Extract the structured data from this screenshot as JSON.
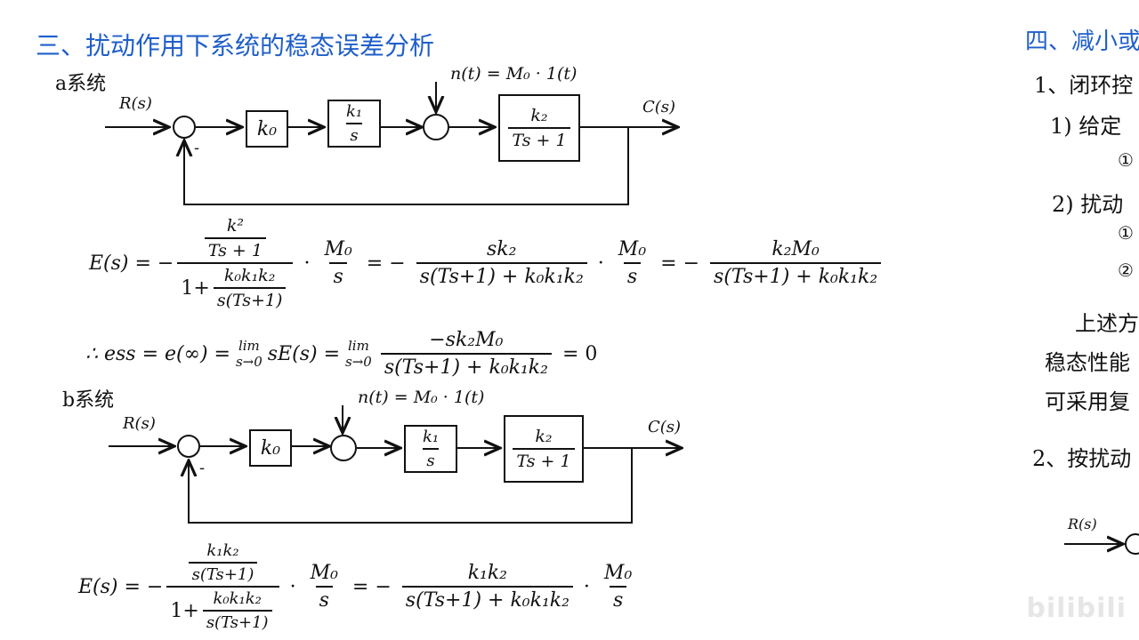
{
  "section_title": "三、扰动作用下系统的稳态误差分析",
  "system_a": {
    "label": "a系统",
    "input": "R(s)",
    "output": "C(s)",
    "disturbance": "n(t) = M₀ · 1(t)",
    "minus": "-",
    "block_k0": "k₀",
    "block2_num": "k₁",
    "block2_den": "s",
    "block3_num": "k₂",
    "block3_den": "Ts + 1",
    "eq_lhs": "E(s) = −",
    "eq_big_num_num": "k²",
    "eq_big_num_den": "Ts + 1",
    "eq_big_den_prefix": "1+",
    "eq_big_den_num": "k₀k₁k₂",
    "eq_big_den_den": "s(Ts+1)",
    "dot": "·",
    "m0_num": "M₀",
    "m0_den": "s",
    "eq2_prefix": "= −",
    "eq2_num": "sk₂",
    "eq2_den": "s(Ts+1) + k₀k₁k₂",
    "eq3_prefix": "= −",
    "eq3_num": "k₂M₀",
    "eq3_den": "s(Ts+1) + k₀k₁k₂",
    "ess_lhs": "∴ ess = e(∞) =",
    "lim": "lim",
    "lim_sub": "s→0",
    "ess_mid": "sE(s) =",
    "ess_num": "−sk₂M₀",
    "ess_den": "s(Ts+1) + k₀k₁k₂",
    "ess_rhs": "= 0"
  },
  "system_b": {
    "label": "b系统",
    "input": "R(s)",
    "output": "C(s)",
    "disturbance": "n(t) = M₀ · 1(t)",
    "minus": "-",
    "block_k0": "k₀",
    "block2_num": "k₁",
    "block2_den": "s",
    "block3_num": "k₂",
    "block3_den": "Ts + 1",
    "eq_lhs": "E(s) = −",
    "eq_big_num_num": "k₁k₂",
    "eq_big_num_den": "s(Ts+1)",
    "eq_big_den_prefix": "1+",
    "eq_big_den_num": "k₀k₁k₂",
    "eq_big_den_den": "s(Ts+1)",
    "dot": "·",
    "m0_num": "M₀",
    "m0_den": "s",
    "eq2_prefix": "= −",
    "eq2_num": "k₁k₂",
    "eq2_den": "s(Ts+1) + k₀k₁k₂",
    "dot2": "·",
    "m0b_num": "M₀",
    "m0b_den": "s"
  },
  "sidebar": {
    "heading": "四、减小或",
    "item1": "1、闭环控",
    "item1_1": "1) 给定",
    "c1": "①",
    "item1_2": "2) 扰动",
    "c2": "①",
    "c3": "②",
    "para1": "上述方",
    "para2": "稳态性能",
    "para3": "可采用复",
    "item2": "2、按扰动",
    "input": "R(s)"
  },
  "watermark": "bilibili"
}
